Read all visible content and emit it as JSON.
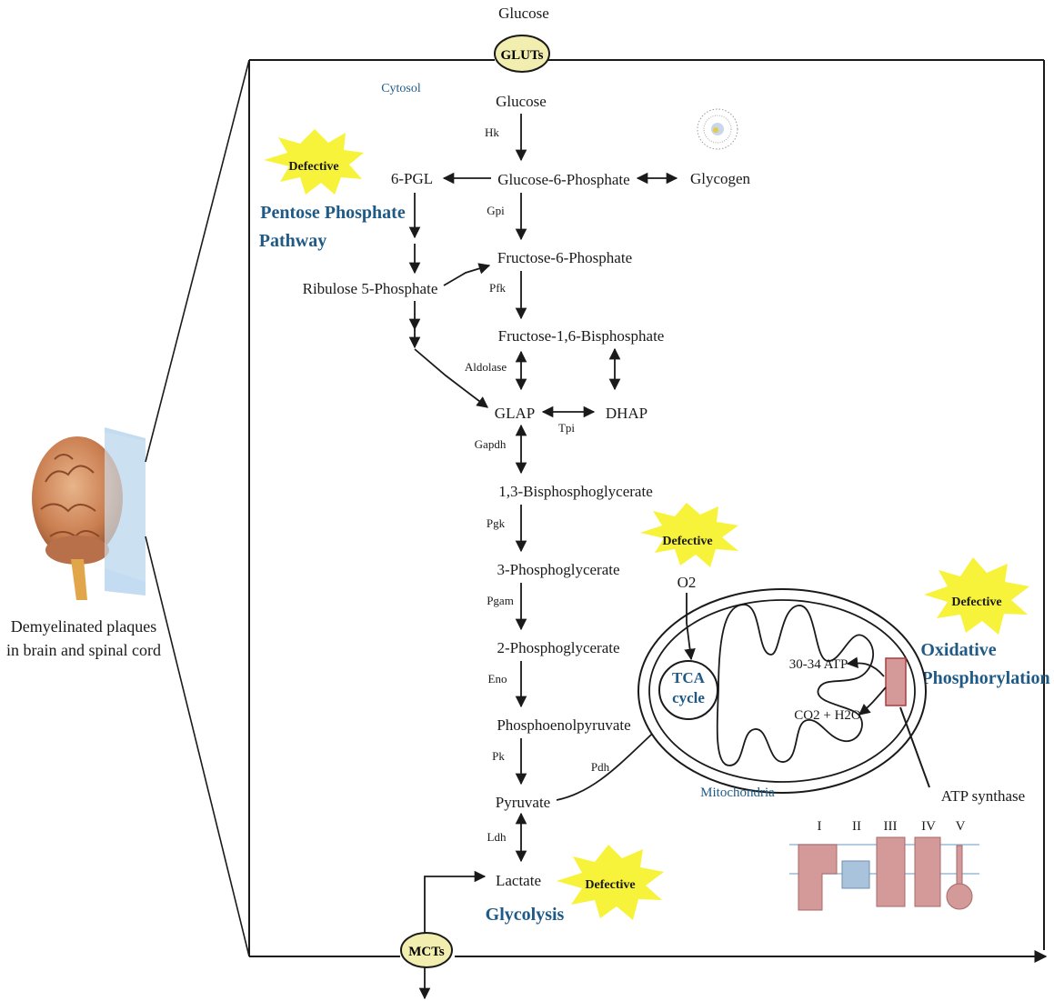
{
  "labels": {
    "glucose_outside": "Glucose",
    "gluts": "GLUTs",
    "cytosol": "Cytosol",
    "mcts": "MCTs",
    "mitochondria": "Mitochondria",
    "brain_caption_line1": "Demyelinated plaques",
    "brain_caption_line2": "in brain and spinal cord",
    "ppp_line1": "Pentose Phosphate",
    "ppp_line2": "Pathway",
    "glycolysis": "Glycolysis",
    "oxphos_line1": "Oxidative",
    "oxphos_line2": "Phosphorylation",
    "tca_line1": "TCA",
    "tca_line2": "cycle",
    "o2": "O2",
    "atp": "30-34 ATP",
    "co2_h2o": "CO2 + H2O",
    "atp_synthase": "ATP synthase",
    "defective": "Defective"
  },
  "metabolites": {
    "glucose": "Glucose",
    "g6p": "Glucose-6-Phosphate",
    "glycogen": "Glycogen",
    "pgl": "6-PGL",
    "f6p": "Fructose-6-Phosphate",
    "ribulose": "Ribulose 5-Phosphate",
    "f16bp": "Fructose-1,6-Bisphosphate",
    "glap": "GLAP",
    "dhap": "DHAP",
    "bpg13": "1,3-Bisphosphoglycerate",
    "pg3": "3-Phosphoglycerate",
    "pg2": "2-Phosphoglycerate",
    "pep": "Phosphoenolpyruvate",
    "pyruvate": "Pyruvate",
    "lactate": "Lactate"
  },
  "enzymes": {
    "hk": "Hk",
    "gpi": "Gpi",
    "pfk": "Pfk",
    "aldolase": "Aldolase",
    "tpi": "Tpi",
    "gapdh": "Gapdh",
    "pgk": "Pgk",
    "pgam": "Pgam",
    "eno": "Eno",
    "pk": "Pk",
    "pdh": "Pdh",
    "ldh": "Ldh"
  },
  "complexes": [
    "I",
    "II",
    "III",
    "IV",
    "V"
  ],
  "colors": {
    "defective_burst": "#f7f23a",
    "transporter_fill": "#f2eeb0",
    "label_blue": "#1f5a86",
    "complex_fill": "#d49a9a",
    "complex_ii_fill": "#a9c3dc",
    "membrane_line": "#9bbbd8"
  }
}
